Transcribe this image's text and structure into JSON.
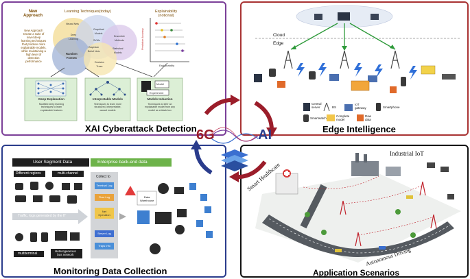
{
  "tl": {
    "title": "XAI Cyberattack Detection",
    "new_approach": "New\nApproach",
    "approach_desc": "New Approach\nCreate a suite of\nnovel deep\nlearning techniques\nthat produce more\nexplainable models,\nwhile maintaining a\nhigh level of\ndetection\nperformance",
    "learning_title": "Learning Techniques(today)",
    "explain_title": "Explainability\n(notional)",
    "venn": [
      "Neural Nets",
      "Graphical\nModels",
      "Deep\nLearning",
      "Ensemble\nMethods",
      "Random\nForests",
      "Statistical\nModels",
      "Bayesian\nBelief Nets",
      "SVMs",
      "Decision\nTrees"
    ],
    "axis_y": "Prediction Accuracy",
    "axis_x": "Explainability",
    "boxes": [
      {
        "title": "Deep Explanation",
        "desc": "Modified deep learning\ntechniques to learn\nexplainable features"
      },
      {
        "title": "Interpretable Models",
        "desc": "Techniques to learn more\nstructured, interpretable,\ncausal models"
      },
      {
        "title": "Models Induction",
        "desc": "Techniques to infer an\nexplainable model from any\nmodel as a black box"
      }
    ],
    "model_label": "Model",
    "experiment_label": "Experiment"
  },
  "tr": {
    "title": "Edge Intelligence",
    "cloud": "Cloud",
    "edge": "Edge",
    "legend": [
      "Central\nserver",
      "BS",
      "IoT\ngateway",
      "Smartphone",
      "Smartwatch",
      "Complete\nmodel",
      "Raw\ndata"
    ]
  },
  "center": {
    "label_6g": "6G",
    "label_ai": "AI"
  },
  "bl": {
    "title": "Monitoring Data Collection",
    "user_tab": "User Segment Data",
    "enterprise_tab": "Enterprise back-end data",
    "regions": "Different regions",
    "multichannel": "multi-channel",
    "traffic": "Traffic, logs generated by the IT",
    "multiterminal": "multiterminal",
    "heterogeneous": "Heterogeneous\nbus network",
    "collect": "Collect to",
    "stack": [
      "Terminal Log",
      "Flow Log",
      "Net\nOperation",
      "Server Log",
      "Traps Info"
    ],
    "stack_colors": [
      "#4a8fd8",
      "#e9a23b",
      "#f0c64a",
      "#3f6fd1",
      "#4a8fd8"
    ],
    "data_warehouse": "Data\nWarehouse"
  },
  "br": {
    "title": "Application Scenarios",
    "industrial": "Industrial IoT",
    "healthcare": "Smart Healthcare",
    "driving": "Autonomous Driving"
  }
}
